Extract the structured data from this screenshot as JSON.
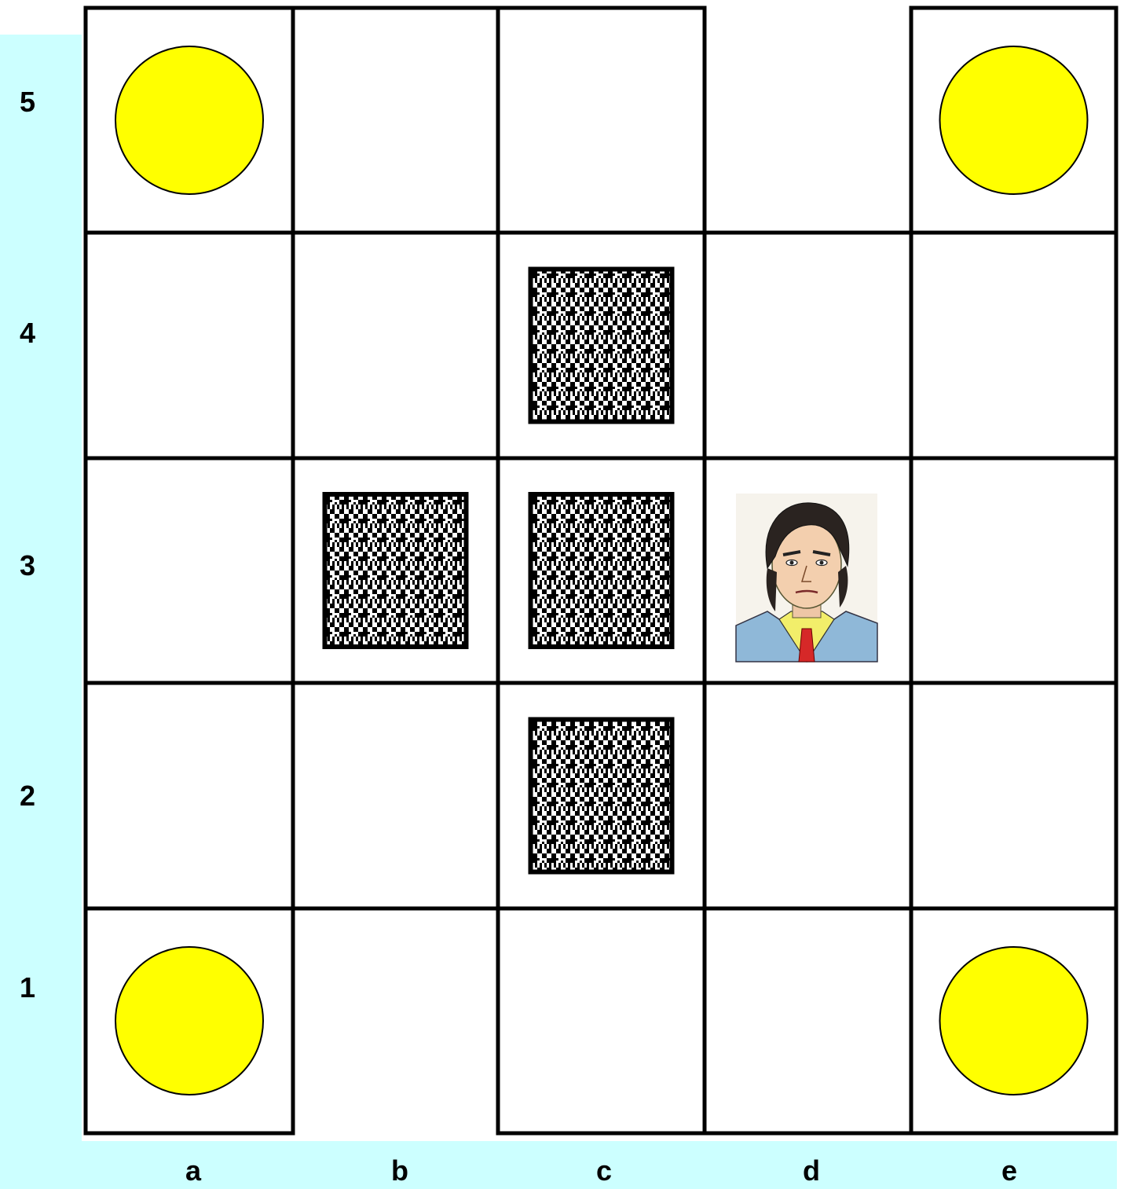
{
  "board": {
    "files": [
      "a",
      "b",
      "c",
      "d",
      "e"
    ],
    "ranks": [
      "5",
      "4",
      "3",
      "2",
      "1"
    ],
    "colors": {
      "background": "#ffffff",
      "label_band": "#ccffff",
      "grid_line": "#000000",
      "coin_fill": "#ffff00",
      "coin_stroke": "#000000",
      "obstacle_light": "#ffffff",
      "obstacle_dark": "#000000"
    },
    "pieces": [
      {
        "square": "a5",
        "kind": "coin",
        "icon": "yellow-circle-icon"
      },
      {
        "square": "e5",
        "kind": "coin",
        "icon": "yellow-circle-icon"
      },
      {
        "square": "a1",
        "kind": "coin",
        "icon": "yellow-circle-icon"
      },
      {
        "square": "e1",
        "kind": "coin",
        "icon": "yellow-circle-icon"
      },
      {
        "square": "c4",
        "kind": "obstacle",
        "icon": "checkered-block-icon"
      },
      {
        "square": "b3",
        "kind": "obstacle",
        "icon": "checkered-block-icon"
      },
      {
        "square": "c3",
        "kind": "obstacle",
        "icon": "checkered-block-icon"
      },
      {
        "square": "c2",
        "kind": "obstacle",
        "icon": "checkered-block-icon"
      },
      {
        "square": "d3",
        "kind": "player",
        "icon": "man-portrait-icon"
      }
    ]
  }
}
